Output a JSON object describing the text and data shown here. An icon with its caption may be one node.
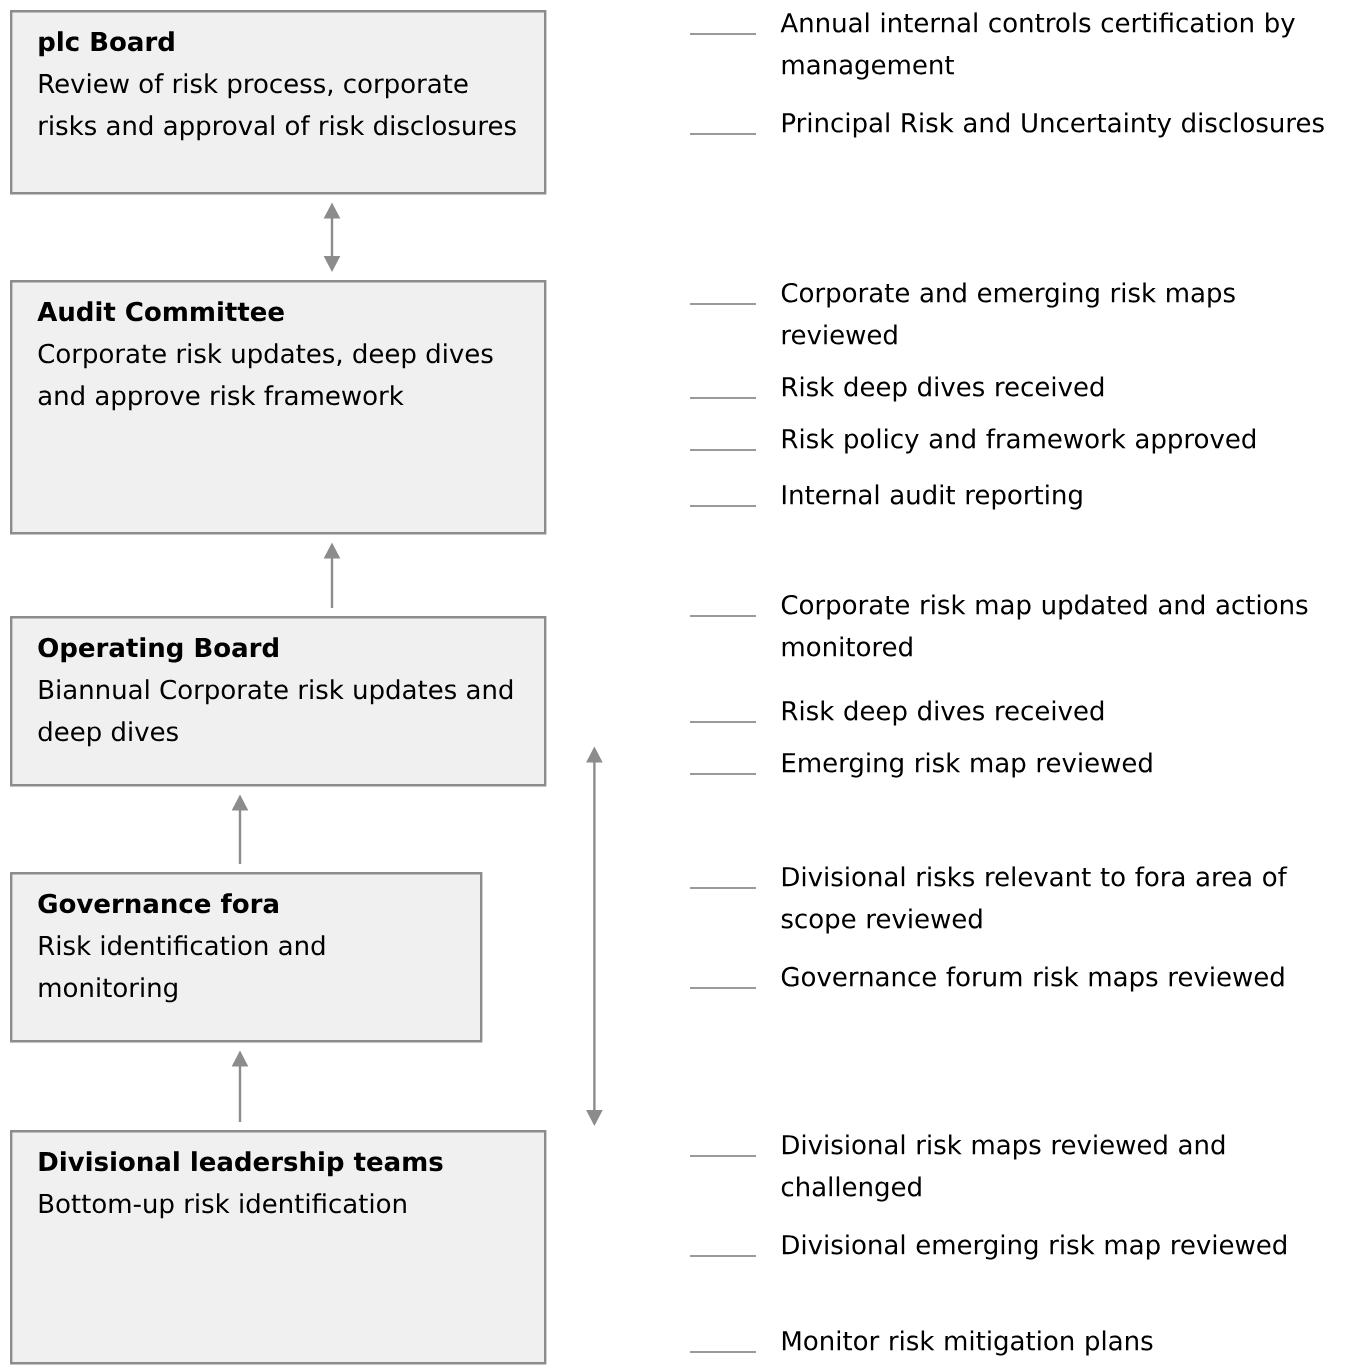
{
  "diagram": {
    "nodes": [
      {
        "text": [
          "plc Board",
          "Review of risk process, corporate risks and approval of risk disclosures"
        ],
        "beside": [
          "Annual internal controls certification by management",
          "Principal Risk and Uncertainty disclosures"
        ]
      },
      {
        "text": [
          "Audit Committee",
          "Corporate risk updates, deep dives and approve risk framework"
        ],
        "beside": [
          "Corporate and emerging risk maps reviewed",
          "Risk deep dives received",
          "Risk policy and framework approved",
          "Internal audit reporting"
        ]
      },
      {
        "text": [
          "Operating Board",
          "Biannual Corporate risk updates and deep dives"
        ],
        "beside": [
          "Corporate risk map updated and actions monitored",
          "Risk deep dives received",
          "Emerging risk map reviewed"
        ]
      },
      {
        "text": [
          "Governance fora",
          "Risk identification and monitoring"
        ],
        "beside": [
          "Divisional risks relevant to fora area of scope reviewed",
          "Governance forum risk maps reviewed"
        ]
      },
      {
        "text": [
          "Divisional leadership teams",
          "Bottom-up risk identification"
        ],
        "beside": [
          "Divisional risk maps reviewed and challenged",
          "Divisional emerging risk map reviewed",
          "Monitor risk mitigation plans"
        ]
      }
    ],
    "edges": [
      {
        "from": 0,
        "to": 1,
        "arrow": "both"
      },
      {
        "from": 2,
        "to": 1,
        "arrow": "to"
      },
      {
        "from": 3,
        "to": 2,
        "arrow": "to"
      },
      {
        "from": 4,
        "to": 3,
        "arrow": "to"
      },
      {
        "from": 4,
        "to": 2,
        "arrow": "both"
      }
    ]
  }
}
